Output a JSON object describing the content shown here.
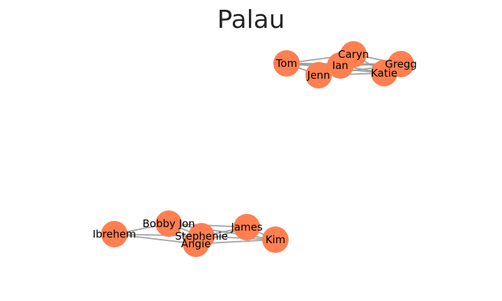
{
  "title": "Palau",
  "colors": {
    "node": "#FF7F50",
    "edge": "#999999",
    "label": "#000000",
    "title": "#262626"
  },
  "graph": {
    "nodes": [
      {
        "id": "Tom",
        "label": "Tom"
      },
      {
        "id": "Jenn",
        "label": "Jenn"
      },
      {
        "id": "Ian",
        "label": "Ian"
      },
      {
        "id": "Caryn",
        "label": "Caryn"
      },
      {
        "id": "Katie",
        "label": "Katie"
      },
      {
        "id": "Gregg",
        "label": "Gregg"
      },
      {
        "id": "Ibrehem",
        "label": "Ibrehem"
      },
      {
        "id": "Bobby Jon",
        "label": "Bobby Jon"
      },
      {
        "id": "Stephenie",
        "label": "Stephenie"
      },
      {
        "id": "Angie",
        "label": "Angie"
      },
      {
        "id": "James",
        "label": "James"
      },
      {
        "id": "Kim",
        "label": "Kim"
      }
    ],
    "edges": [
      [
        "Tom",
        "Jenn"
      ],
      [
        "Tom",
        "Ian"
      ],
      [
        "Tom",
        "Caryn"
      ],
      [
        "Tom",
        "Katie"
      ],
      [
        "Tom",
        "Gregg"
      ],
      [
        "Jenn",
        "Ian"
      ],
      [
        "Jenn",
        "Caryn"
      ],
      [
        "Jenn",
        "Katie"
      ],
      [
        "Jenn",
        "Gregg"
      ],
      [
        "Ian",
        "Caryn"
      ],
      [
        "Ian",
        "Katie"
      ],
      [
        "Ian",
        "Gregg"
      ],
      [
        "Caryn",
        "Katie"
      ],
      [
        "Caryn",
        "Gregg"
      ],
      [
        "Katie",
        "Gregg"
      ],
      [
        "Ibrehem",
        "Bobby Jon"
      ],
      [
        "Ibrehem",
        "Stephenie"
      ],
      [
        "Ibrehem",
        "Angie"
      ],
      [
        "Bobby Jon",
        "Stephenie"
      ],
      [
        "Bobby Jon",
        "Angie"
      ],
      [
        "Bobby Jon",
        "James"
      ],
      [
        "Bobby Jon",
        "Kim"
      ],
      [
        "Stephenie",
        "Angie"
      ],
      [
        "Stephenie",
        "James"
      ],
      [
        "Stephenie",
        "Kim"
      ],
      [
        "Angie",
        "James"
      ],
      [
        "Angie",
        "Kim"
      ],
      [
        "James",
        "Kim"
      ]
    ]
  }
}
